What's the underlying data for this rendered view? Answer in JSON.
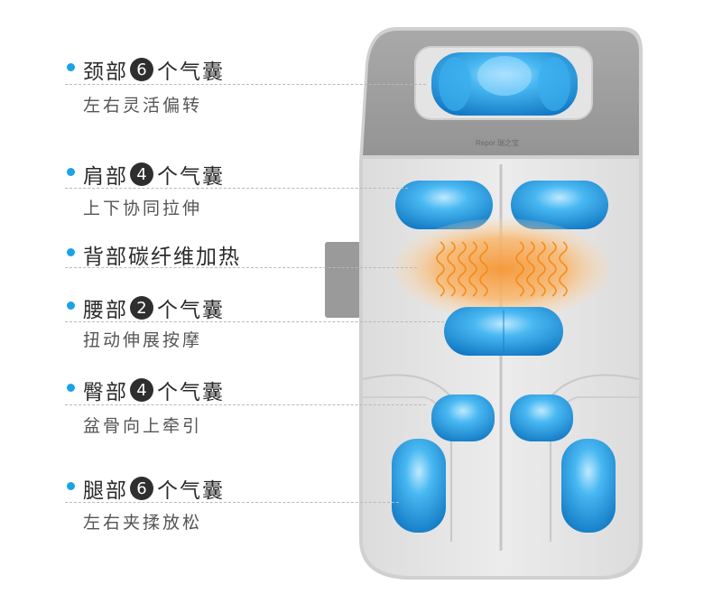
{
  "features": [
    {
      "prefix": "颈部",
      "count": "6",
      "suffix": "个气囊",
      "sub": "左右灵活偏转"
    },
    {
      "prefix": "肩部",
      "count": "4",
      "suffix": "个气囊",
      "sub": "上下协同拉伸"
    },
    {
      "prefix": "背部碳纤维加热",
      "count": "",
      "suffix": "",
      "sub": ""
    },
    {
      "prefix": "腰部",
      "count": "2",
      "suffix": "个气囊",
      "sub": "扭动伸展按摩"
    },
    {
      "prefix": "臀部",
      "count": "4",
      "suffix": "个气囊",
      "sub": "盆骨向上牵引"
    },
    {
      "prefix": "腿部",
      "count": "6",
      "suffix": "个气囊",
      "sub": "左右夹揉放松"
    }
  ],
  "product": {
    "brand": "Repor 瑞之宝",
    "colors": {
      "airbag": "#2aa6ec",
      "airbag_highlight": "#8fd8ff",
      "heat": "#f7a04a",
      "shell_dark": "#9e9e9e",
      "shell_light": "#e6e6e6"
    }
  }
}
